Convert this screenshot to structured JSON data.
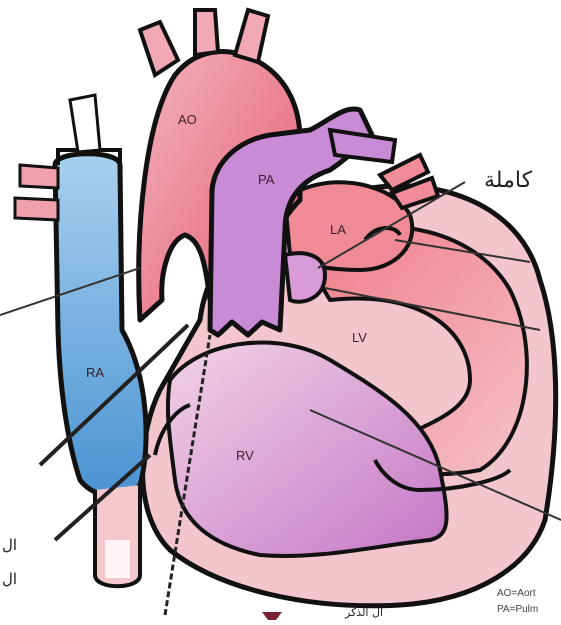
{
  "labels": {
    "ao": "AO",
    "pa": "PA",
    "la": "LA",
    "lv": "LV",
    "ra": "RA",
    "rv": "RV"
  },
  "arabic_fragments": {
    "top_right": "كاملة",
    "left_1": "ال",
    "left_2": "ال",
    "bottom": "ال الذكر"
  },
  "legend": {
    "line1": "AO=Aort",
    "line2": "PA=Pulm"
  },
  "colors": {
    "outline": "#1a1a1a",
    "aorta": "#e7707e",
    "pulmonary_artery": "#c77fd6",
    "right_atrium": "#7fb7e3",
    "right_ventricle": "#e7b4d6",
    "left_ventricle": "#ea7b86",
    "pericardium": "#f3c9ce"
  }
}
